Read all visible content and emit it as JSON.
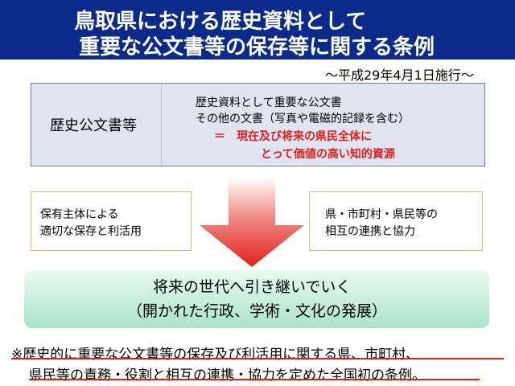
{
  "title": {
    "line1": "鳥取県における歴史資料として",
    "line2": "重要な公文書等の保存等に関する条例"
  },
  "effective_date": "〜平成29年4月1日施行〜",
  "definition": {
    "term": "歴史公文書等",
    "line1": "歴史資料として重要な公文書",
    "line2": "その他の文書（写真や電磁的記録を含む）",
    "line3": "＝　現在及び将来の県民全体に",
    "line4": "とって価値の高い知的資源"
  },
  "left_box": {
    "line1": "保有主体による",
    "line2": "適切な保存と利活用"
  },
  "right_box": {
    "line1": "県・市町村・県民等の",
    "line2": "相互の連携と協力"
  },
  "future": {
    "line1": "将来の世代へ引き継いでいく",
    "line2": "（開かれた行政、学術・文化の発展）"
  },
  "note": {
    "line1": "※歴史的に重要な公文書等の保存及び利活用に関する県、市町村、",
    "line2": "県民等の責務・役割と相互の連携・協力を定めた全国初の条例。"
  },
  "colors": {
    "title_bar": "#0b2a8a",
    "accent_red": "#e0201a",
    "definition_box": "#dfe4f0",
    "side_box_border": "#e2b868",
    "future_box": "#a9e3cb"
  },
  "icons": {
    "center_arrow": "arrow-down-icon"
  }
}
